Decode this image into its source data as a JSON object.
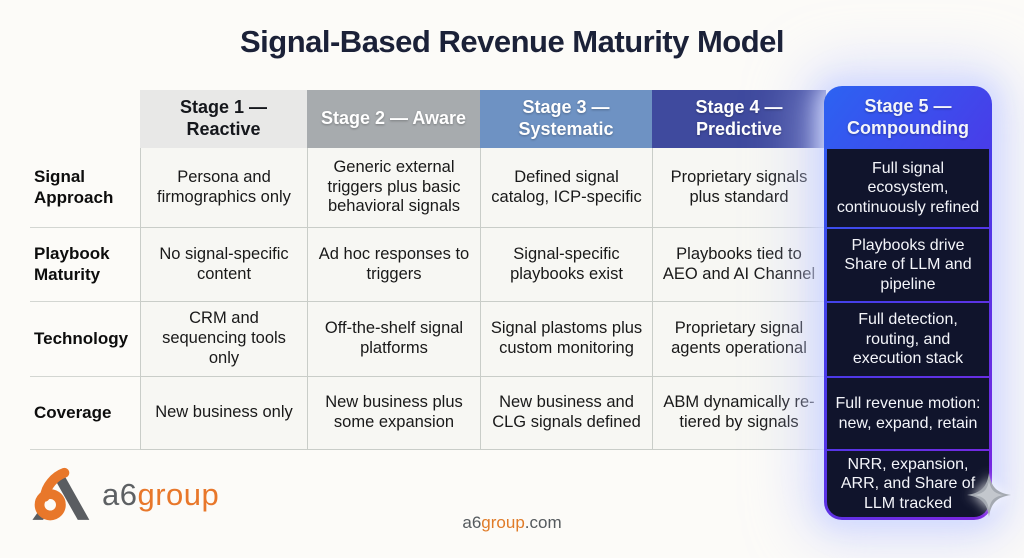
{
  "title": "Signal-Based Revenue Maturity Model",
  "table": {
    "stage_headers": [
      "Stage 1 — Reactive",
      "Stage 2 — Aware",
      "Stage 3 — Systematic",
      "Stage 4 — Predictive"
    ],
    "rows": [
      {
        "label": "Signal Approach",
        "cells": [
          "Persona and firmographics only",
          "Generic external triggers plus basic behavioral signals",
          "Defined signal catalog, ICP-specific",
          "Proprietary signals plus standard"
        ]
      },
      {
        "label": "Playbook Maturity",
        "cells": [
          "No signal-specific content",
          "Ad hoc responses to triggers",
          "Signal-specific playbooks exist",
          "Playbooks tied to AEO and AI Channel"
        ]
      },
      {
        "label": "Technology",
        "cells": [
          "CRM and sequencing tools only",
          "Off-the-shelf signal platforms",
          "Signal plastoms plus custom monitoring",
          "Proprietary signal agents operational"
        ]
      },
      {
        "label": "Coverage",
        "cells": [
          "New business only",
          "New business plus some expansion",
          "New business and CLG signals defined",
          "ABM dynamically re-tiered by signals"
        ]
      }
    ],
    "stage5": {
      "header": "Stage 5 — Compounding",
      "cells": [
        "Full signal ecosystem, continuously refined",
        "Playbooks drive Share of LLM and pipeline",
        "Full detection, routing, and execution stack",
        "Full revenue motion: new, expand, retain",
        "NRR, expansion, ARR, and Share of LLM tracked"
      ]
    }
  },
  "logo": {
    "text_a6": "a6",
    "text_group": "group"
  },
  "footer": {
    "site_a6": "a6",
    "site_group": "group",
    "site_com": ".com"
  },
  "icons": {
    "sparkle_icon": "four-pointed-star"
  },
  "colors": {
    "stage1_header_bg": "#e8e8e7",
    "stage2_header_bg": "#a7abae",
    "stage3_header_bg": "#6e92c3",
    "stage4_header_bg": "#3f4a9e",
    "stage5_gradient_start": "#2c63f2",
    "stage5_gradient_end": "#7d25e0",
    "stage5_cell_bg": "#10142c",
    "title_color": "#1b2138",
    "brand_orange": "#e8772a",
    "brand_gray": "#5d6063"
  }
}
